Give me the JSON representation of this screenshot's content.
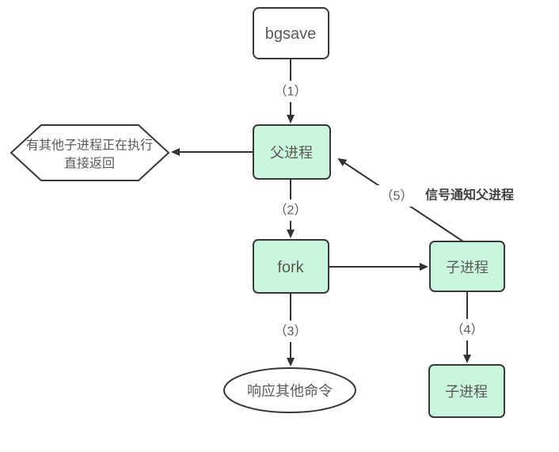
{
  "diagram": {
    "nodes": {
      "bgsave": {
        "label": "bgsave"
      },
      "parent": {
        "label": "父进程"
      },
      "fork": {
        "label": "fork"
      },
      "child_upper": {
        "label": "子进程"
      },
      "child_lower": {
        "label": "子进程"
      },
      "return_hexagon": {
        "line1": "有其他子进程正在执行",
        "line2": "直接返回"
      },
      "respond_ellipse": {
        "label": "响应其他命令"
      }
    },
    "edges": {
      "step1": {
        "label": "（1）"
      },
      "step2": {
        "label": "（2）"
      },
      "step3": {
        "label": "（3）"
      },
      "step4": {
        "label": "（4）"
      },
      "step5": {
        "label": "（5）"
      },
      "step5_note": {
        "label": "信号通知父进程"
      }
    },
    "colors": {
      "green_fill": "#c9f6dc",
      "white_fill": "#ffffff",
      "border": "#383838",
      "line": "#333333",
      "text": "#595959",
      "note_text": "#404040",
      "background": "#ffffff"
    }
  }
}
